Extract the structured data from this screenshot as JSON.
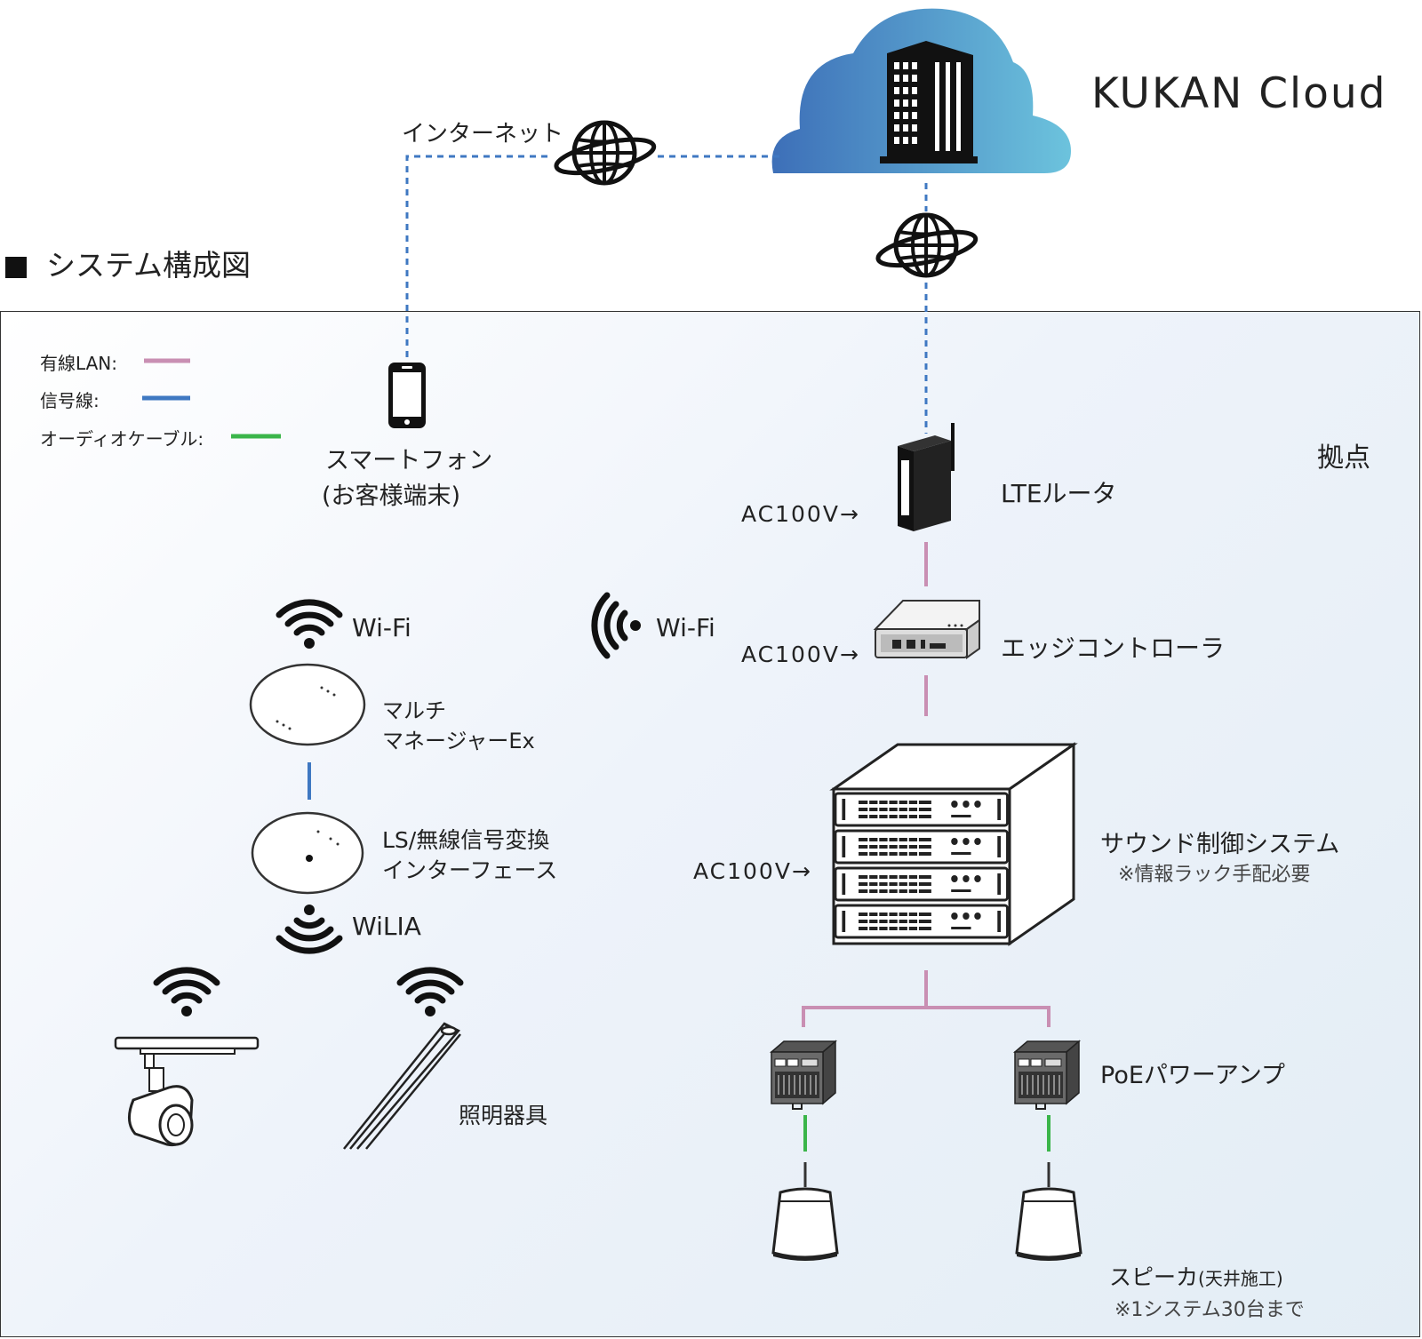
{
  "cloud": {
    "label": "KUKAN Cloud"
  },
  "internet_label": "インターネット",
  "section_title": "システム構成図",
  "site_label": "拠点",
  "legend": {
    "wired_lan": "有線LAN:",
    "signal_line": "信号線:",
    "audio_cable": "オーディオケーブル:"
  },
  "colors": {
    "wired_lan": "#c98fb3",
    "signal_line": "#3f78c2",
    "audio_cable": "#3bb54a",
    "dashed_link": "#3f78c2",
    "cloud_start": "#3d6fb8",
    "cloud_end": "#6cc3dd"
  },
  "smartphone": {
    "label1": "スマートフォン",
    "label2": "(お客様端末)"
  },
  "wifi_label": "Wi-Fi",
  "wifi_label_right": "Wi-Fi",
  "multi_manager": {
    "line1": "マルチ",
    "line2": "マネージャーEx"
  },
  "ls_interface": {
    "line1": "LS/無線信号変換",
    "line2": "インターフェース"
  },
  "wilia_label": "WiLIA",
  "lighting_label": "照明器具",
  "lte_router": {
    "label": "LTEルータ",
    "power": "AC100V→"
  },
  "edge_controller": {
    "label": "エッジコントローラ",
    "power": "AC100V→"
  },
  "sound_system": {
    "label": "サウンド制御システム",
    "note": "※情報ラック手配必要",
    "power": "AC100V→"
  },
  "poe_amp": {
    "label": "PoEパワーアンプ"
  },
  "speaker": {
    "label": "スピーカ",
    "label_suffix": "(天井施工)",
    "note": "※1システム30台まで"
  }
}
